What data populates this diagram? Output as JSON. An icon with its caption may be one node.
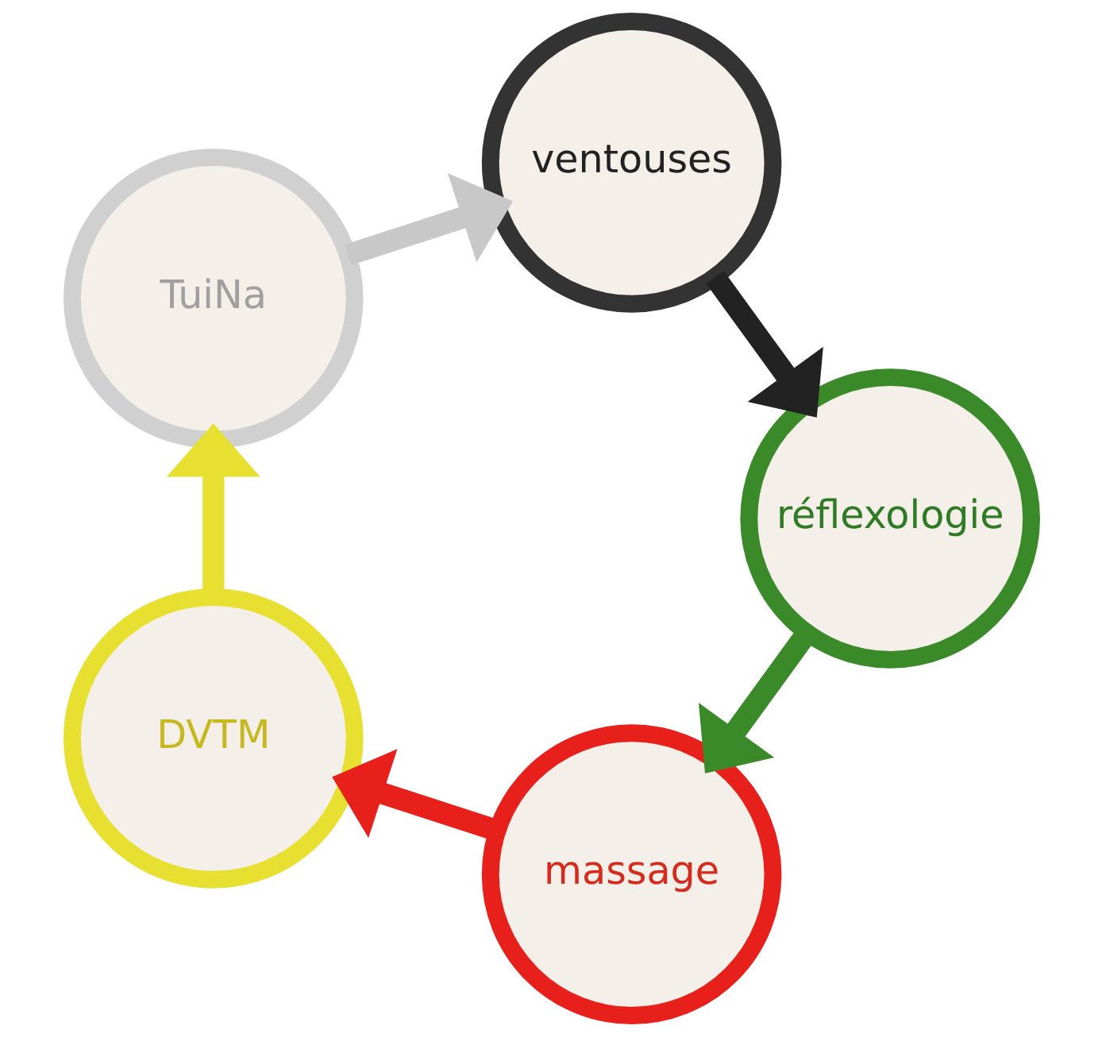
{
  "diagram": {
    "nodes": [
      {
        "text": [
          "massage"
        ]
      },
      {
        "text": [
          "DVTM"
        ]
      },
      {
        "text": [
          "TuiNa"
        ]
      },
      {
        "text": [
          "ventouses"
        ]
      },
      {
        "text": [
          "réflexologie"
        ]
      }
    ],
    "edges": [
      {
        "from": 0,
        "to": 1,
        "arrow": "to",
        "color": "#e8201c"
      },
      {
        "from": 1,
        "to": 2,
        "arrow": "to",
        "color": "#e8e030"
      },
      {
        "from": 2,
        "to": 3,
        "arrow": "to",
        "color": "#c8c8c8"
      },
      {
        "from": 3,
        "to": 4,
        "arrow": "to",
        "color": "#222222"
      },
      {
        "from": 4,
        "to": 0,
        "arrow": "to",
        "color": "#3a8a2a"
      }
    ]
  }
}
